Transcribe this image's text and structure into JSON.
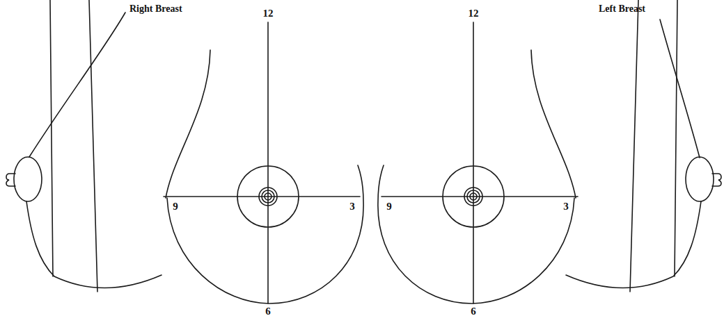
{
  "diagram": {
    "labels": [
      "Right Breast",
      "12",
      "9",
      "3",
      "6",
      "12",
      "9",
      "3",
      "6",
      "Left Breast"
    ]
  }
}
